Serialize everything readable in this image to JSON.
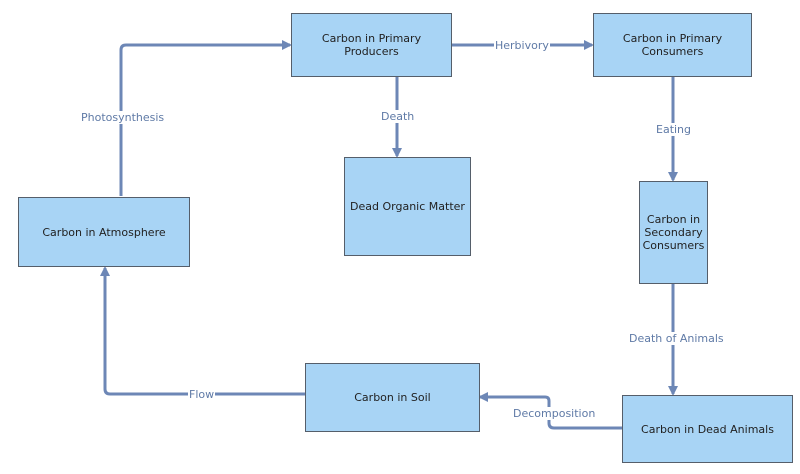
{
  "colors": {
    "node_fill": "#a8d4f5",
    "node_border": "#555e6a",
    "edge": "#6d87b6",
    "label_text": "#5f7aa6"
  },
  "nodes": {
    "primary_producers": "Carbon in Primary Producers",
    "primary_consumers": "Carbon in Primary Consumers",
    "dead_organic_matter": "Dead Organic Matter",
    "secondary_consumers": "Carbon in Secondary Consumers",
    "atmosphere": "Carbon in Atmosphere",
    "soil": "Carbon in Soil",
    "dead_animals": "Carbon in Dead Animals"
  },
  "edges": {
    "herbivory": "Herbivory",
    "death": "Death",
    "eating": "Eating",
    "photosynthesis": "Photosynthesis",
    "death_of_animals": "Death of Animals",
    "decomposition": "Decomposition",
    "flow": "Flow"
  }
}
